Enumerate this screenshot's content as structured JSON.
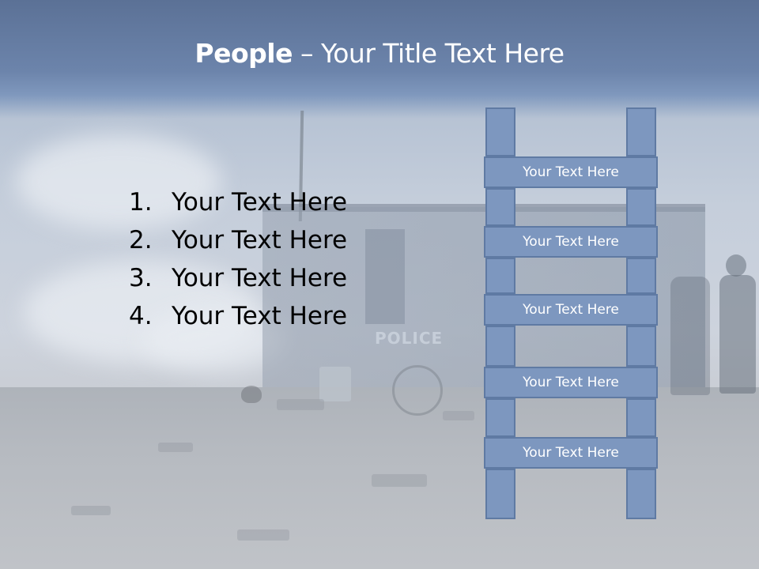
{
  "title": {
    "bold": "People",
    "rest": " – Your Title Text Here"
  },
  "list": [
    {
      "num": "1.",
      "text": "Your Text Here"
    },
    {
      "num": "2.",
      "text": "Your Text Here"
    },
    {
      "num": "3.",
      "text": "Your Text Here"
    },
    {
      "num": "4.",
      "text": "Your Text Here"
    }
  ],
  "ladder": {
    "rungs": [
      "Your Text Here",
      "Your Text Here",
      "Your Text Here",
      "Your Text Here",
      "Your Text Here"
    ]
  },
  "background": {
    "sign": "POLICE"
  },
  "colors": {
    "ladder_fill": "#7d97bf",
    "ladder_border": "#5f7aa3",
    "title_text": "#ffffff",
    "body_text": "#000000"
  }
}
